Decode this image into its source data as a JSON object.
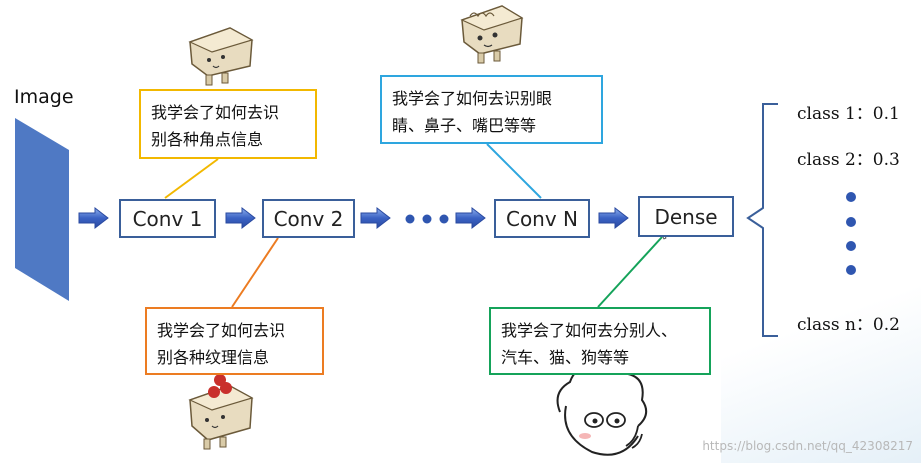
{
  "image_label": "Image",
  "layers": {
    "conv1": "Conv 1",
    "conv2": "Conv 2",
    "convn": "Conv N",
    "dense": "Dense"
  },
  "notes": {
    "conv1": [
      "我学会了如何去识",
      "别各种角点信息"
    ],
    "conv2": [
      "我学会了如何去识",
      "别各种纹理信息"
    ],
    "convn": [
      "我学会了如何去识别眼",
      "睛、鼻子、嘴巴等等"
    ],
    "dense": [
      "我学会了如何去分别人、",
      "汽车、猫、狗等等"
    ]
  },
  "classes": [
    {
      "label": "class 1：",
      "value": "0.1"
    },
    {
      "label": "class 2：",
      "value": "0.3"
    },
    {
      "label": "class n：",
      "value": "0.2"
    }
  ],
  "colors": {
    "layer_border": "#3a5f9a",
    "arrow": "#3b62c4",
    "note_conv1": "#f2b800",
    "note_conv2": "#ec7c22",
    "note_convn": "#2ea6df",
    "note_dense": "#15a35a",
    "image_plane": "#4f79c4"
  },
  "watermark": "https://blog.csdn.net/qq_42308217"
}
